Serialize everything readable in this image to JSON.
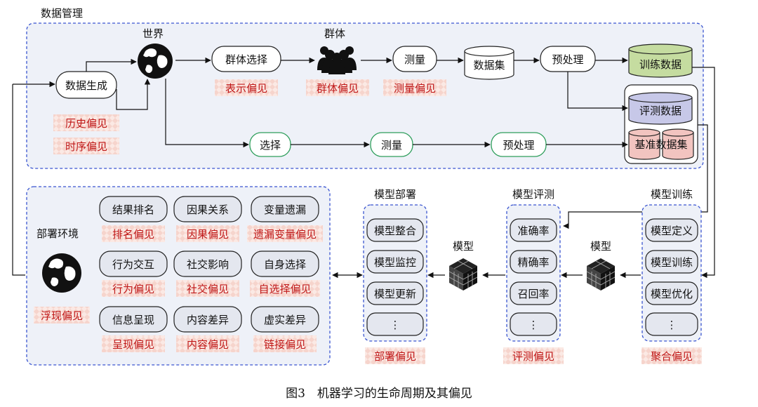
{
  "figure": {
    "caption": "图3　机器学习的生命周期及其偏见"
  },
  "data_management": {
    "title": "数据管理",
    "world_label": "世界",
    "population_label": "群体",
    "data_generation": "数据生成",
    "population_selection": "群体选择",
    "measurement": "测量",
    "dataset": "数据集",
    "preprocessing": "预处理",
    "training_data": "训练数据",
    "evaluation_data": "评测数据",
    "benchmark_dataset": "基准数据集",
    "selection": "选择",
    "measurement2": "测量",
    "preprocessing2": "预处理",
    "bias_history": "历史偏见",
    "bias_temporal": "时序偏见",
    "bias_representation": "表示偏见",
    "bias_population": "群体偏见",
    "bias_measurement": "测量偏见"
  },
  "deployment": {
    "env_label": "部署环境",
    "emergent_bias": "浮现偏见",
    "cells": [
      {
        "label": "结果排名",
        "bias": "排名偏见"
      },
      {
        "label": "因果关系",
        "bias": "因果偏见"
      },
      {
        "label": "变量遗漏",
        "bias": "遗漏变量偏见"
      },
      {
        "label": "行为交互",
        "bias": "行为偏见"
      },
      {
        "label": "社交影响",
        "bias": "社交偏见"
      },
      {
        "label": "自身选择",
        "bias": "自选择偏见"
      },
      {
        "label": "信息呈现",
        "bias": "呈现偏见"
      },
      {
        "label": "内容差异",
        "bias": "内容偏见"
      },
      {
        "label": "虚实差异",
        "bias": "链接偏见"
      }
    ]
  },
  "model_deployment": {
    "title": "模型部署",
    "items": [
      "模型整合",
      "模型监控",
      "模型更新",
      "⋮"
    ],
    "bias": "部署偏见"
  },
  "model_evaluation": {
    "title": "模型评测",
    "items": [
      "准确率",
      "精确率",
      "召回率",
      "⋮"
    ],
    "bias": "评测偏见"
  },
  "model_training": {
    "title": "模型训练",
    "items": [
      "模型定义",
      "模型训练",
      "模型优化",
      "⋮"
    ],
    "bias": "聚合偏见"
  },
  "model_label_1": "模型",
  "model_label_2": "模型",
  "icons": {
    "globe": "globe-icon",
    "people": "people-icon",
    "cube": "rubik-cube-icon"
  },
  "colors": {
    "panel_border": "#3a55d0",
    "panel_fill": "#eef1f8",
    "bias_text": "#c01818",
    "training_data_fill": "#c5dca0",
    "evaluation_data_fill": "#c7c8e8",
    "benchmark_fill": "#f2c4c0",
    "green_node": "#2e9e5b"
  }
}
